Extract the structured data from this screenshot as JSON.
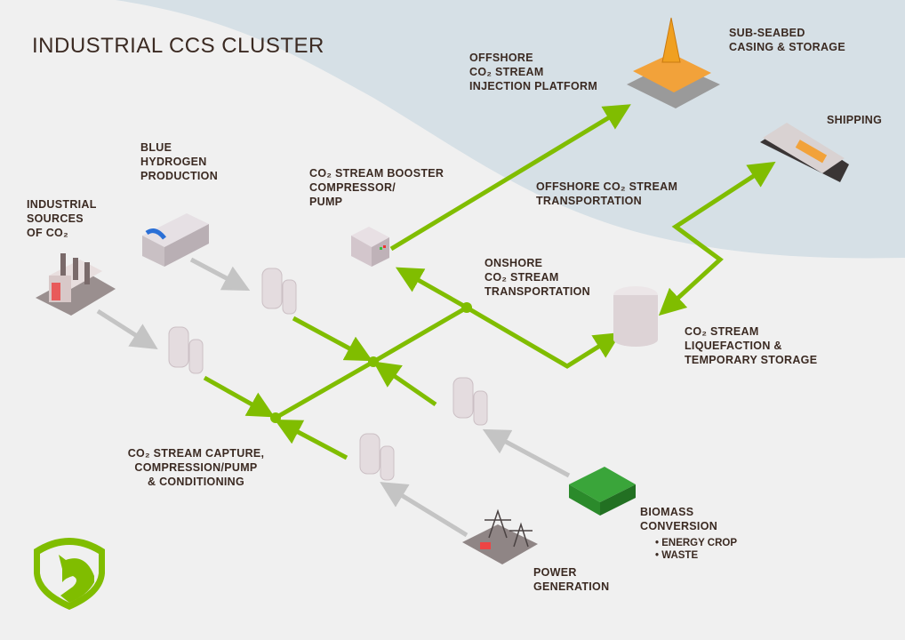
{
  "title": "INDUSTRIAL CCS CLUSTER",
  "colors": {
    "background": "#f0f0f0",
    "sea": "#d6e0e6",
    "pipeline": "#80bd00",
    "feed": "#c4c4c4",
    "text": "#3b2a22",
    "logo": "#80bd00"
  },
  "labels": {
    "industrial_sources": "INDUSTRIAL\nSOURCES\nOF CO₂",
    "blue_hydrogen": "BLUE\nHYDROGEN\nPRODUCTION",
    "booster": "CO₂ STREAM BOOSTER\nCOMPRESSOR/\nPUMP",
    "offshore_platform": "OFFSHORE\nCO₂ STREAM\nINJECTION PLATFORM",
    "sub_seabed": "SUB-SEABED\nCASING & STORAGE",
    "shipping": "SHIPPING",
    "offshore_transport": "OFFSHORE CO₂ STREAM\nTRANSPORTATION",
    "onshore_transport": "ONSHORE\nCO₂ STREAM\nTRANSPORTATION",
    "liquefaction": "CO₂ STREAM\nLIQUEFACTION &\nTEMPORARY STORAGE",
    "capture": "CO₂ STREAM CAPTURE,\nCOMPRESSION/PUMP\n& CONDITIONING",
    "biomass": "BIOMASS\nCONVERSION",
    "biomass_items": [
      "• ENERGY CROP",
      "• WASTE"
    ],
    "power": "POWER\nGENERATION"
  },
  "icons": [
    "factory-icon",
    "hydrogen-plant-icon",
    "storage-tank-icon",
    "compressor-icon",
    "oil-platform-icon",
    "tanker-ship-icon",
    "liquefaction-tank-icon",
    "biomass-greenhouse-icon",
    "power-pylon-icon",
    "shield-horse-logo"
  ]
}
